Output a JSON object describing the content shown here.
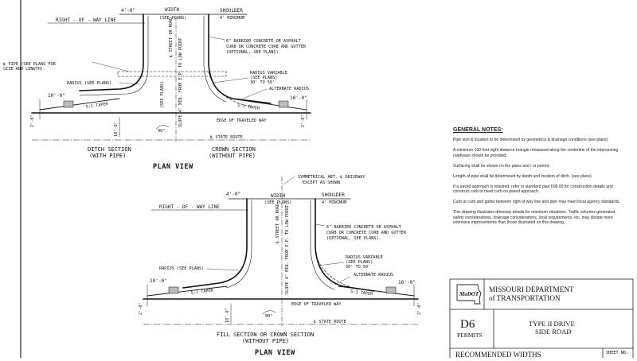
{
  "views": [
    {
      "title": "PLAN VIEW",
      "row_label": "RIGHT - OF - WAY LINE",
      "width_label": "WIDTH",
      "see_plans": "(SEE PLANS)",
      "left_dim": "4'-0\"",
      "shoulder_label": "SHOULDER",
      "shoulder_min": "4' MINIMUM",
      "street_label": "℄ STREET OR ROAD",
      "barrier_note": [
        "6\" BARRIER CONCRETE OR ASPHALT",
        "CURB OR CONCRETE CURB AND GUTTER",
        "(OPTIONAL, SEE PLANS)."
      ],
      "pipe_note": [
        "℄ PIPE (SEE PLANS FOR",
        "SIZE AND LENGTH)."
      ],
      "radius_left": "RADIUS (SEE PLANS)",
      "radius_var": [
        "RADIUS VARIABLE",
        "(SEE PLANS)",
        "30' TO 50'"
      ],
      "alt_radius": "ALTERNATE RADIUS",
      "dim_10_left": "10'-0\"",
      "dim_10_right": "10'-0\"",
      "taper_left": "5:1 TAPER",
      "taper_right": "5:1 TAPER",
      "dim_2_left": "2'-0\"",
      "dim_2_right": "2'-0\"",
      "dim_10_vert": "10'-0\"",
      "angle": "90°",
      "see_plans_vert": "(SEE PLANS)",
      "slope_note": "SLOPE 4\" MIN. FROM E.P. TO LOW POINT",
      "edge_label": "EDGE OF TRAVELED WAY",
      "state_route": "℄ STATE ROUTE",
      "section_left": [
        "DITCH SECTION",
        "(WITH PIPE)"
      ],
      "section_right": [
        "CROWN SECTION",
        "(WITHOUT PIPE)"
      ]
    },
    {
      "title": "PLAN VIEW",
      "sym_note": [
        "SYMMETRICAL ABT. ℄ DRIVEWAY",
        "EXCEPT AS SHOWN"
      ],
      "row_label": "RIGHT - OF - WAY LINE",
      "width_label": "WIDTH",
      "see_plans": "(SEE PLANS)",
      "left_dim": "4'-0\"",
      "shoulder_label": "SHOULDER",
      "shoulder_min": "4' MINIMUM",
      "street_label": "℄ STREET OR ROAD",
      "barrier_note": [
        "6\" BARRIER CONCRETE OR ASPHALT",
        "CURB OR CONCRETE CURB AND GUTTER",
        "(OPTIONAL, SEE PLANS)."
      ],
      "radius_left": "RADIUS (SEE PLANS)",
      "radius_var": [
        "RADIUS VARIABLE",
        "(SEE PLANS)",
        "30' TO 50'"
      ],
      "alt_radius": "ALTERNATE RADIUS",
      "dim_10_left": "10'-0\"",
      "dim_10_right": "10'-0\"",
      "taper_left": "5:1 TAPER",
      "taper_right": "5:1 TAPER",
      "dim_2_left": "2'-0\"",
      "dim_2_right": "2'-0\"",
      "dim_10_vert": "10'-0\"",
      "angle": "90°",
      "slope_note": "SLOPE 4\" MIN. FROM E.P. TO LOW POINT",
      "edge_label": "EDGE OF TRAVELED WAY",
      "state_route": "℄ STATE ROUTE",
      "section_bottom": [
        "FILL SECTION OR CROWN SECTION",
        "(WITHOUT PIPE)"
      ]
    }
  ],
  "general_notes": {
    "heading": "GENERAL NOTES:",
    "items": [
      "Pipe size & location to be determined by geometrics & drainage conditions (see plans).",
      "A minimum 100 foot sight distance triangle measured along the centerline of the intersecting roadways should be provided.",
      "Surfacing shall be shown on the plans and / or permit.",
      "Length of pipe shall be determined by depth and location of ditch. (see plans)",
      "If a paved approach is required, refer to standard plan 608.00 for construction details and construct curb to meet curb on paved approach.",
      "Curb or curb and gutter between right of way line and pipe may meet local agency standards.",
      "This drawing illustrates driveway details for minimum situations. Traffic volumes generated, safety considerations, drainage considerations, local requirements, etc. may dictate more extensive improvements than those illustrated on this drawing."
    ]
  },
  "title_block": {
    "logo": "MoDOT",
    "org_line1": "MISSOURI DEPARTMENT",
    "org_line2": "of TRANSPORTATION",
    "code": "D6",
    "code_sub": "PERMITS",
    "drawing_title1": "TYPE II DRIVE",
    "drawing_title2": "SIDE ROAD",
    "bottom_cut": "RECOMMENDED WIDTHS",
    "sheet_no": "SHEET NO."
  }
}
